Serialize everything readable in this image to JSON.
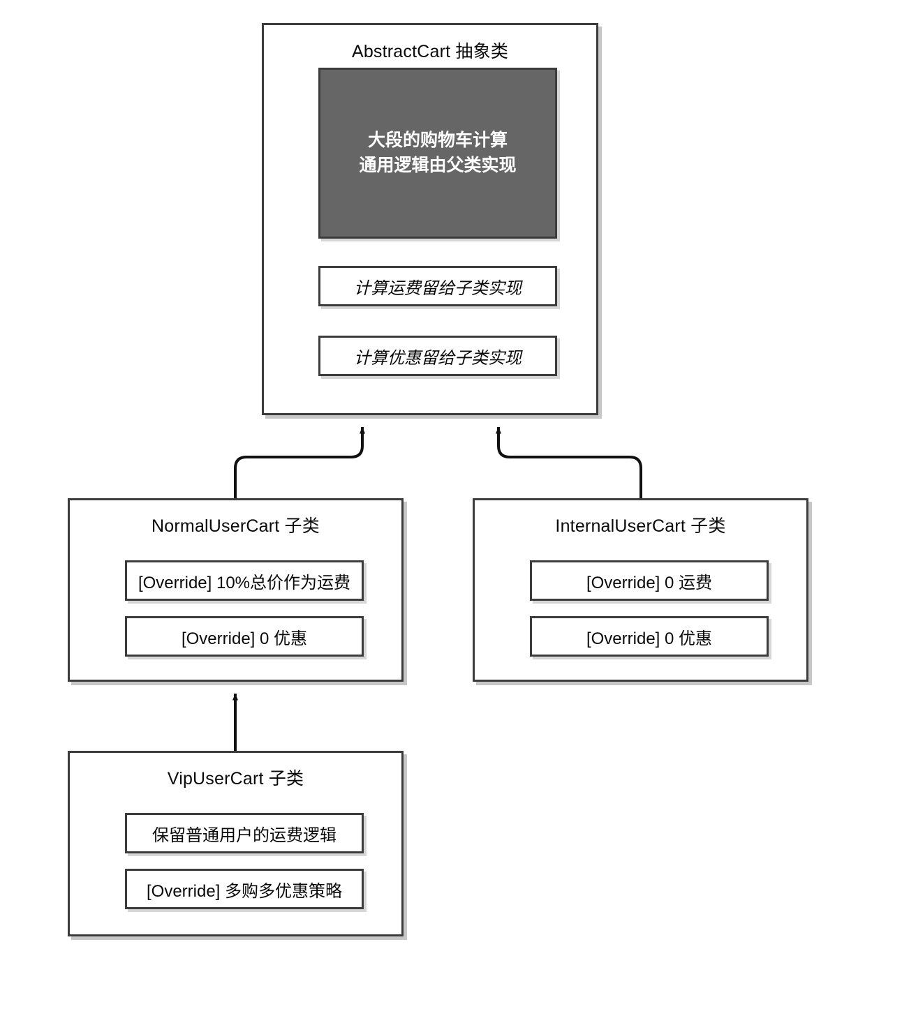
{
  "diagram": {
    "type": "uml-class-inheritance",
    "title_implicit": "AbstractCart 类继承结构图",
    "accent_colors": {
      "box_border": "#3c3c3c",
      "gray_block_fill": "#666666",
      "gray_block_text": "#ffffff",
      "edge": "#111111",
      "background": "#ffffff"
    }
  },
  "classes": {
    "abstract_cart": {
      "title": "AbstractCart 抽象类",
      "gray_block_text": "大段的购物车计算\n通用逻辑由父类实现",
      "members": [
        {
          "label": "计算运费留给子类实现",
          "italic": true
        },
        {
          "label": "计算优惠留给子类实现",
          "italic": true
        }
      ]
    },
    "normal_user_cart": {
      "title": "NormalUserCart 子类",
      "members": [
        {
          "label": "[Override] 10%总价作为运费",
          "italic": false
        },
        {
          "label": "[Override] 0 优惠",
          "italic": false
        }
      ]
    },
    "internal_user_cart": {
      "title": "InternalUserCart 子类",
      "members": [
        {
          "label": "[Override] 0 运费",
          "italic": false
        },
        {
          "label": "[Override] 0 优惠",
          "italic": false
        }
      ]
    },
    "vip_user_cart": {
      "title": "VipUserCart 子类",
      "members": [
        {
          "label": "保留普通用户的运费逻辑",
          "italic": false
        },
        {
          "label": "[Override] 多购多优惠策略",
          "italic": false
        }
      ]
    }
  },
  "edges": [
    {
      "from": "normal_user_cart",
      "to": "abstract_cart",
      "kind": "inheritance-arrow"
    },
    {
      "from": "internal_user_cart",
      "to": "abstract_cart",
      "kind": "inheritance-arrow"
    },
    {
      "from": "vip_user_cart",
      "to": "normal_user_cart",
      "kind": "inheritance-arrow"
    }
  ]
}
